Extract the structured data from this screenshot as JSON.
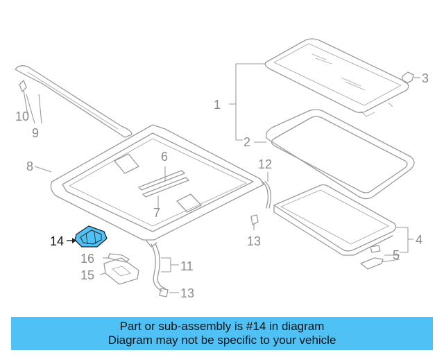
{
  "callouts": {
    "c1": "1",
    "c2": "2",
    "c3": "3",
    "c4": "4",
    "c5": "5",
    "c6": "6",
    "c7": "7",
    "c8": "8",
    "c9": "9",
    "c10": "10",
    "c11": "11",
    "c12": "12",
    "c13a": "13",
    "c13b": "13",
    "c14": "14",
    "c15": "15",
    "c16": "16"
  },
  "highlighted_part": "14",
  "colors": {
    "banner": "#4fc1f5",
    "highlight": "#4fc1f5",
    "linework": "#9a9a9a"
  },
  "banner": {
    "line1": "Part or sub-assembly is #14 in diagram",
    "line2": "Diagram may not be specific to your vehicle"
  }
}
